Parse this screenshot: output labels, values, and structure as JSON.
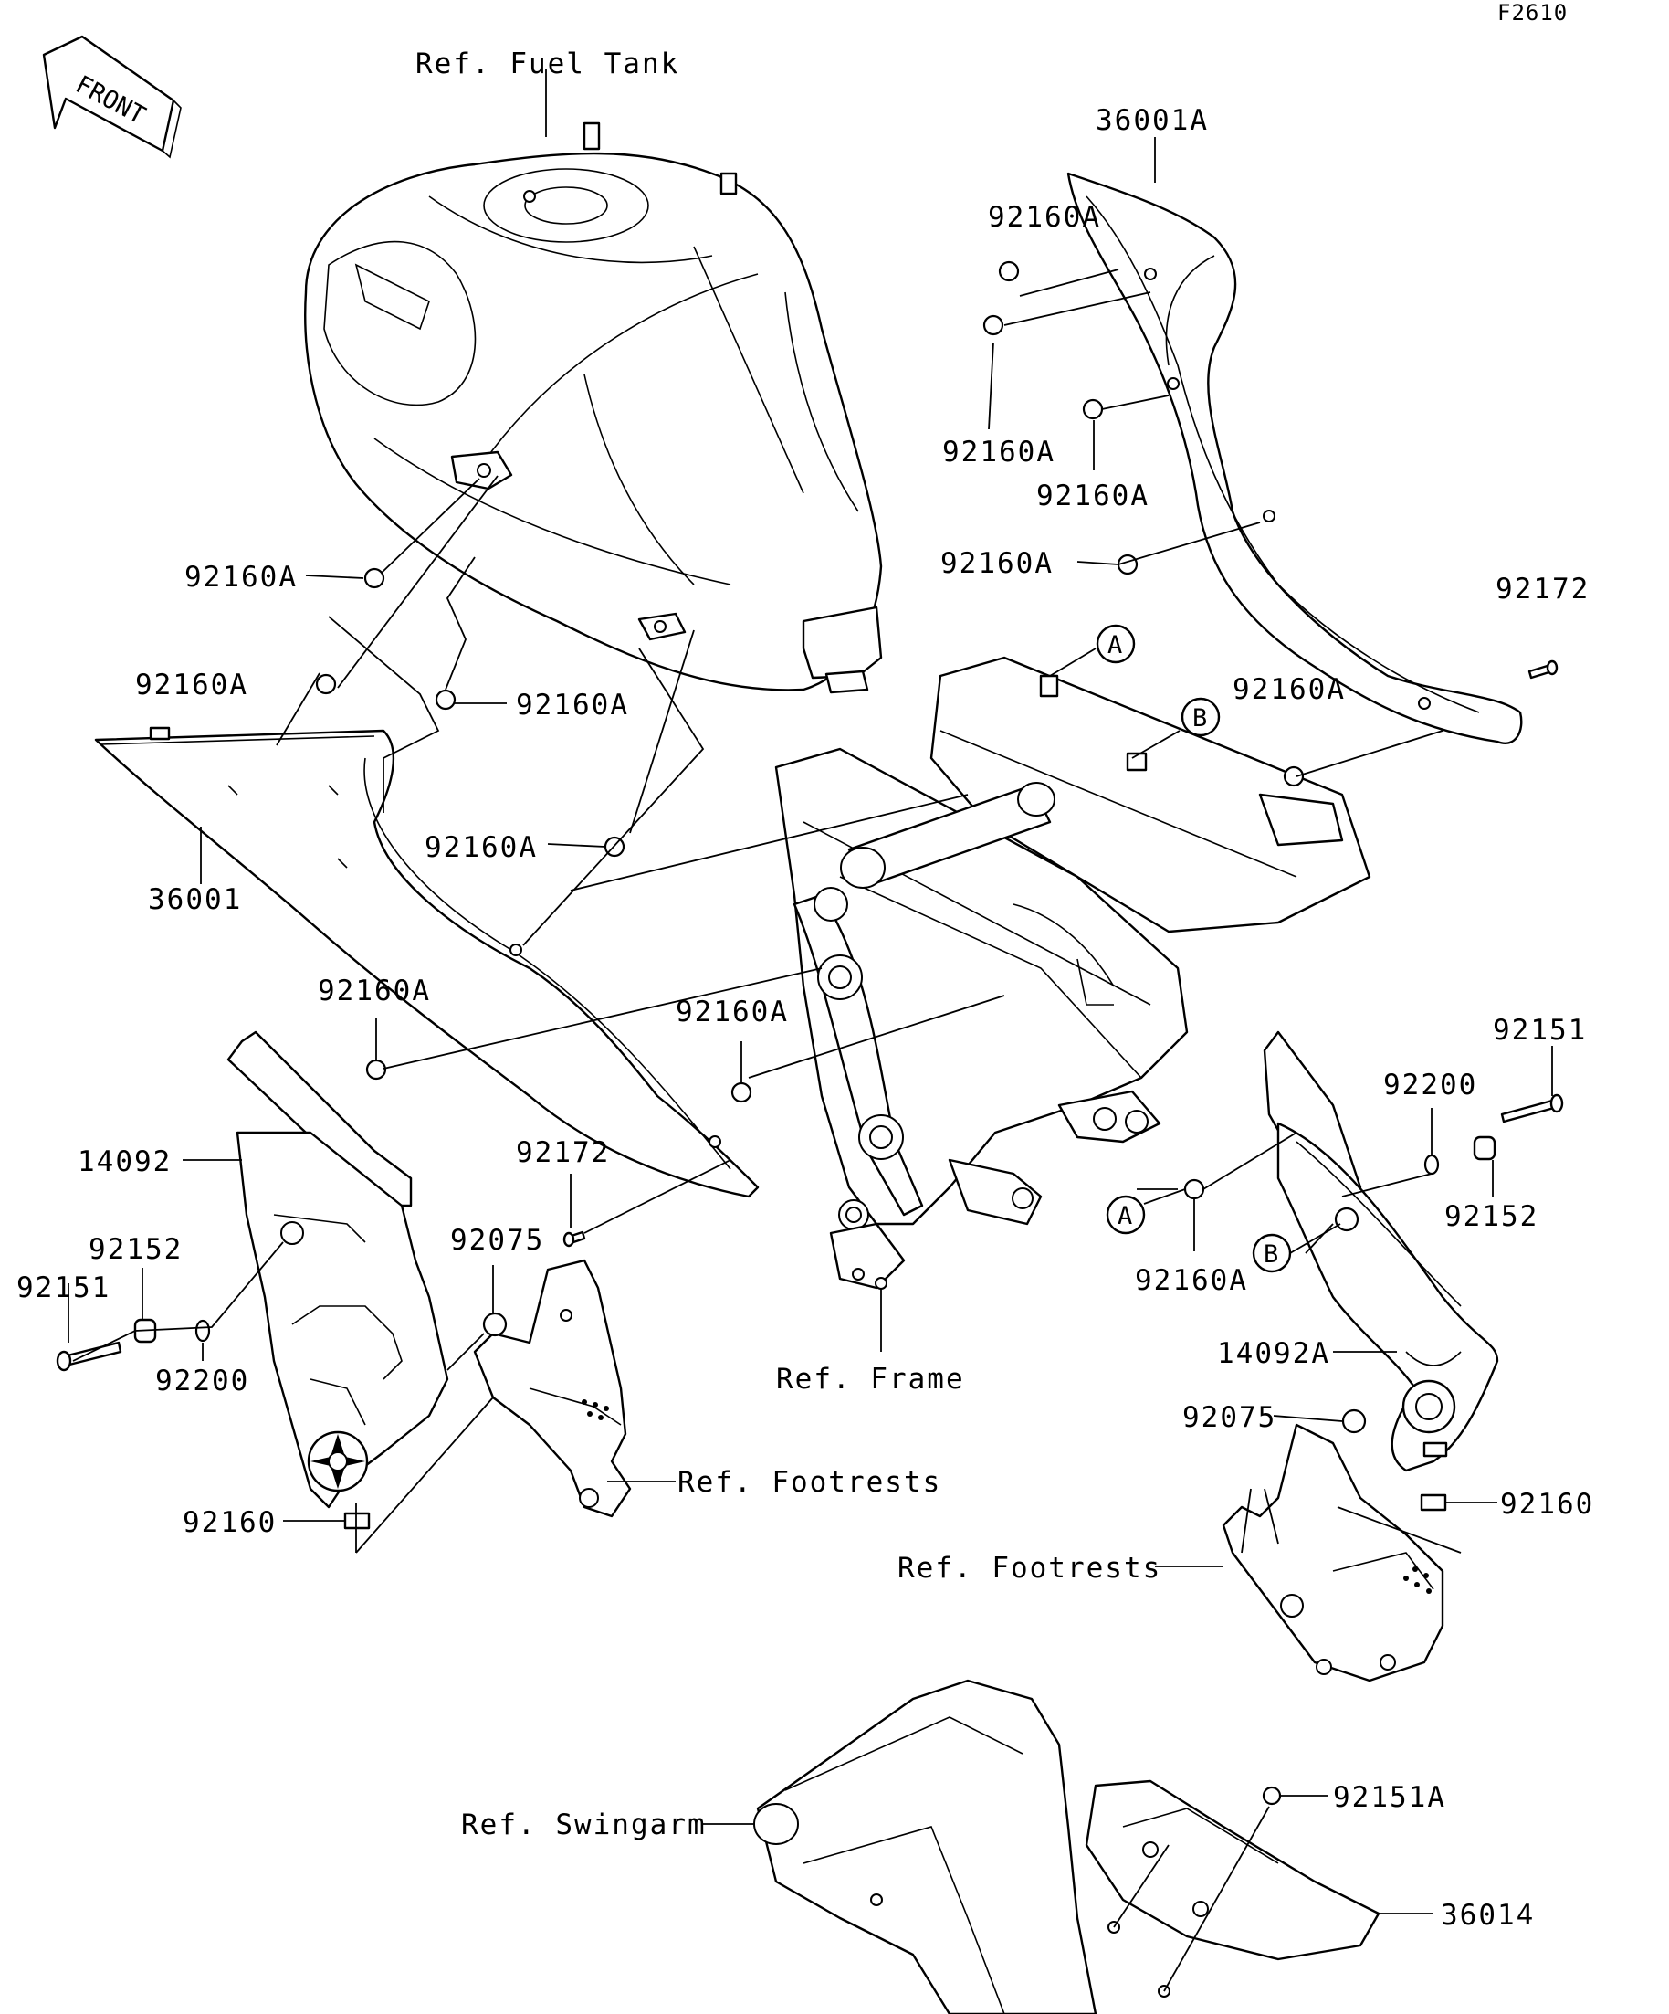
{
  "diagram_code": "F2610",
  "front_arrow": {
    "label": "FRONT"
  },
  "refs": {
    "fuel_tank": "Ref. Fuel  Tank",
    "frame": "Ref. Frame",
    "footrests_left": "Ref. Footrests",
    "footrests_right": "Ref. Footrests",
    "swingarm": "Ref. Swingarm"
  },
  "parts": {
    "p36001A": "36001A",
    "p36001": "36001",
    "p36014": "36014",
    "p14092": "14092",
    "p14092A": "14092A",
    "p92172_right": "92172",
    "p92172_center": "92172",
    "p92151_right": "92151",
    "p92151_left": "92151",
    "p92151A": "92151A",
    "p92152_right": "92152",
    "p92152_left": "92152",
    "p92200_right": "92200",
    "p92200_left": "92200",
    "p92075_center": "92075",
    "p92075_right": "92075",
    "p92160_left": "92160",
    "p92160_right": "92160",
    "g1": "92160A",
    "g2": "92160A",
    "g3": "92160A",
    "g4": "92160A",
    "g5": "92160A",
    "g6": "92160A",
    "g7": "92160A",
    "g8": "92160A",
    "g9": "92160A",
    "g10": "92160A",
    "g11": "92160A",
    "g12": "92160A"
  },
  "callouts": {
    "a_top": "A",
    "b_top": "B",
    "a_right": "A",
    "b_right": "B"
  }
}
